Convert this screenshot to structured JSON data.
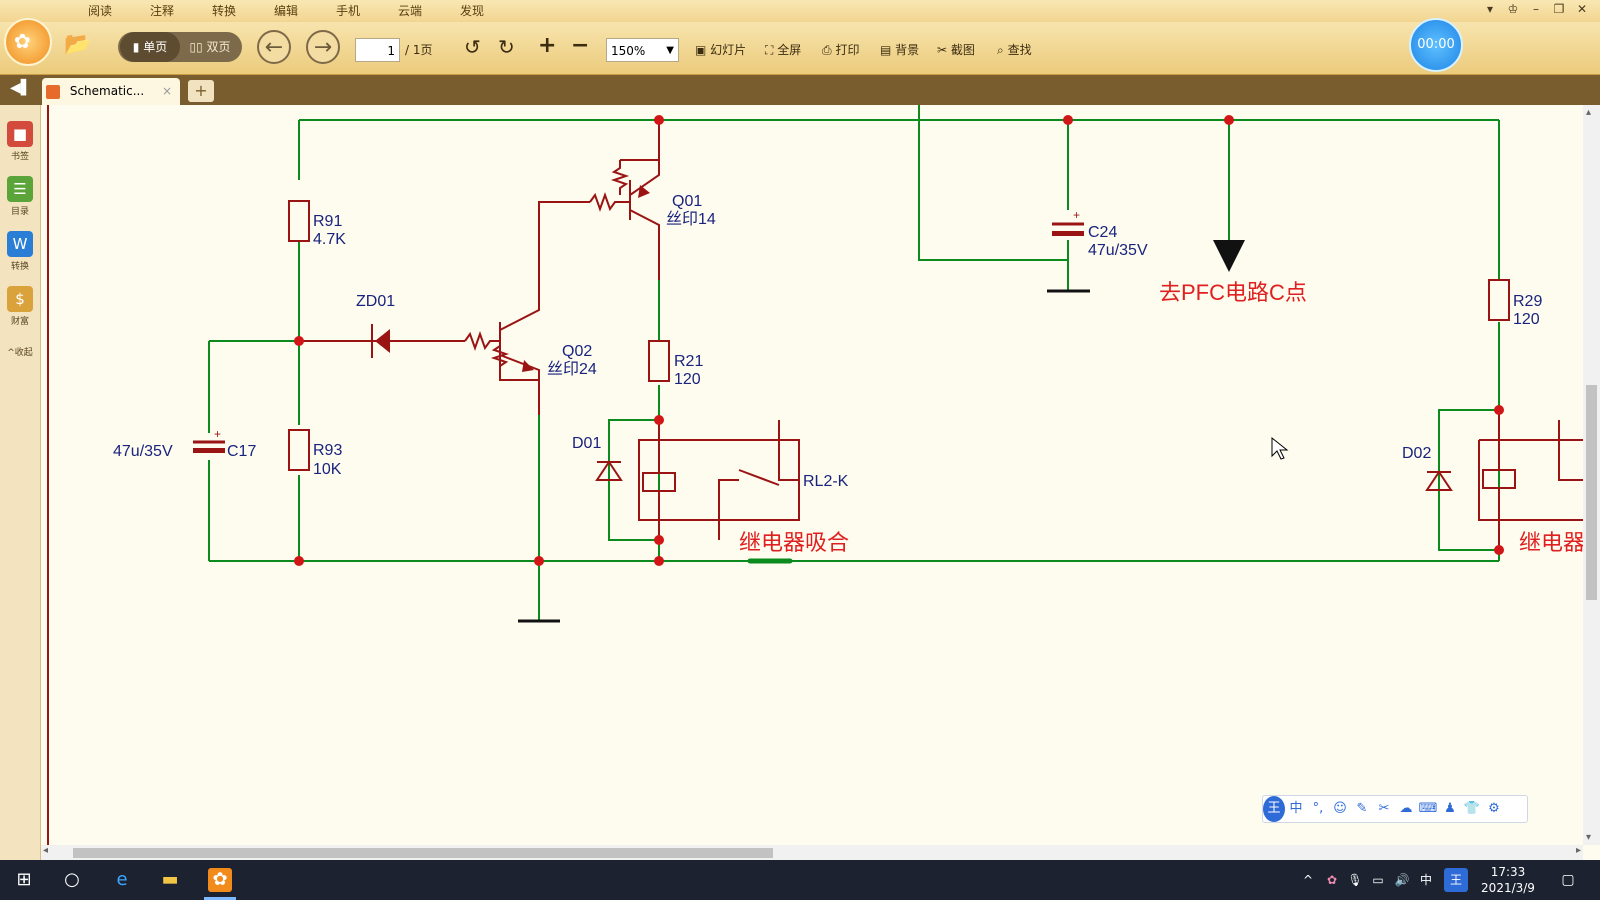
{
  "menu": [
    "阅读",
    "注释",
    "转换",
    "编辑",
    "手机",
    "云端",
    "发现"
  ],
  "toolbar": {
    "single_page": "单页",
    "double_page": "双页",
    "page_current": "1",
    "page_total": "/ 1页",
    "zoom": "150%",
    "slideshow": "幻灯片",
    "fullscreen": "全屏",
    "print": "打印",
    "background": "背景",
    "screenshot": "截图",
    "find": "查找"
  },
  "timer": "00:00",
  "tab": {
    "title": "Schematic...",
    "close": "×",
    "new": "+"
  },
  "sidebar": [
    {
      "label": "书签",
      "color": "#d24b3d",
      "icon": "bookmark-icon"
    },
    {
      "label": "目录",
      "color": "#5aa43a",
      "icon": "toc-icon"
    },
    {
      "label": "转换",
      "color": "#2a7ed6",
      "icon": "convert-icon"
    },
    {
      "label": "财富",
      "color": "#d9a23a",
      "icon": "wealth-icon"
    }
  ],
  "sidebar_collapse": "^收起",
  "schematic": {
    "r91": {
      "name": "R91",
      "value": "4.7K"
    },
    "r93": {
      "name": "R93",
      "value": "10K"
    },
    "zd01": "ZD01",
    "c17": {
      "name": "C17",
      "value": "47u/35V"
    },
    "q01": {
      "name": "Q01",
      "mark": "丝印14"
    },
    "q02": {
      "name": "Q02",
      "mark": "丝印24"
    },
    "r21": {
      "name": "R21",
      "value": "120"
    },
    "d01": "D01",
    "rl2": "RL2-K",
    "relay_note": "继电器吸合",
    "c24": {
      "name": "C24",
      "value": "47u/35V"
    },
    "pfc_note": "去PFC电路C点",
    "r29": {
      "name": "R29",
      "value": "120"
    },
    "d02": "D02",
    "relay_note2": "继电器"
  },
  "ime": [
    "王",
    "中",
    "°,",
    "☺",
    "✎",
    "✂",
    "☁",
    "⌨",
    "♟",
    "👕",
    "⚙"
  ],
  "clock": {
    "time": "17:33",
    "date": "2021/3/9"
  },
  "tray_lang": "中"
}
